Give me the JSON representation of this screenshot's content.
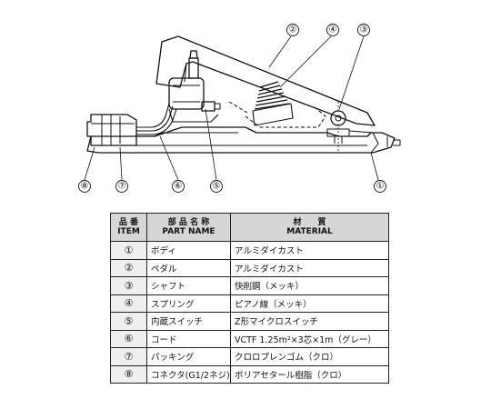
{
  "callouts": {
    "top": [
      "②",
      "④",
      "③"
    ],
    "bottom": [
      "⑧",
      "⑦",
      "⑥",
      "⑤",
      "①"
    ]
  },
  "table": {
    "headers": {
      "num_jp": "品 番",
      "num_en": "ITEM",
      "name_jp": "部 品 名 称",
      "name_en": "PART NAME",
      "mat_jp": "材　　質",
      "mat_en": "MATERIAL"
    },
    "rows": [
      {
        "num": "①",
        "name": "ボディ",
        "material": "アルミダイカスト"
      },
      {
        "num": "②",
        "name": "ペダル",
        "material": "アルミダイカスト"
      },
      {
        "num": "③",
        "name": "シャフト",
        "material": "快削鋼（メッキ）"
      },
      {
        "num": "④",
        "name": "スプリング",
        "material": "ピアノ線（メッキ）"
      },
      {
        "num": "⑤",
        "name": "内蔵スイッチ",
        "material": "Z形マイクロスイッチ"
      },
      {
        "num": "⑥",
        "name": "コード",
        "material": "VCTF 1.25m²×3芯×1m（グレー）"
      },
      {
        "num": "⑦",
        "name": "パッキング",
        "material": "クロロプレンゴム（クロ）"
      },
      {
        "num": "⑧",
        "name": "コネクタ(G1/2ネジ)",
        "material": "ポリアセタール樹脂（クロ）"
      }
    ]
  }
}
